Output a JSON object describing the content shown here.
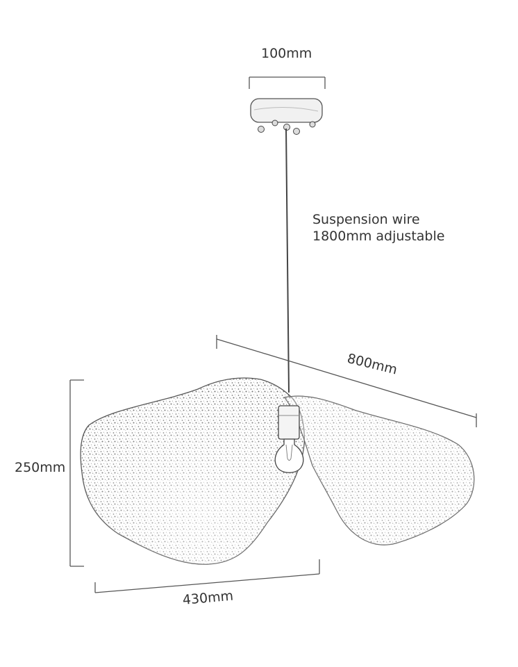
{
  "dimensions": {
    "canopy_width": "100mm",
    "wire_line1": "Suspension wire",
    "wire_line2": "1800mm adjustable",
    "overall_width": "800mm",
    "height": "250mm",
    "shade_width": "430mm"
  },
  "colors": {
    "line": "#555555",
    "shade_texture": "#8a8a8a",
    "text": "#333333"
  }
}
